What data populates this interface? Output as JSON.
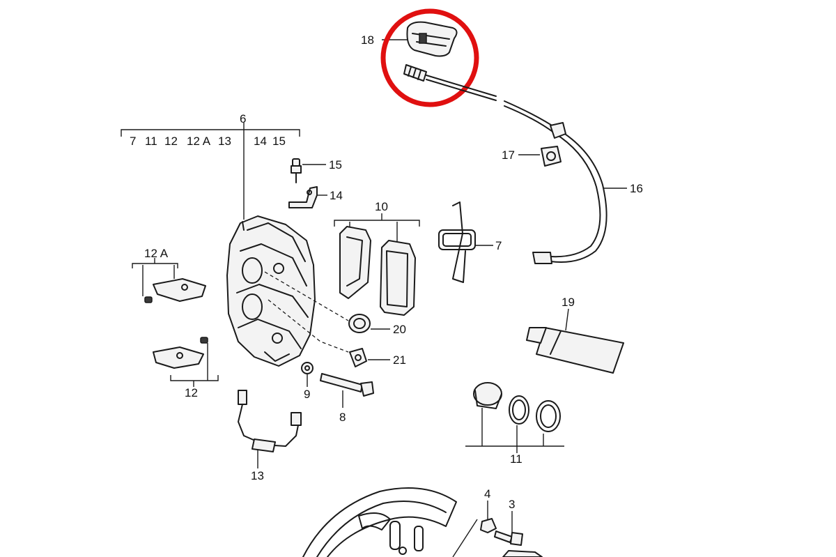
{
  "labels": {
    "p3": "3",
    "p4": "4",
    "p6": "6",
    "p7": "7",
    "p8": "8",
    "p9": "9",
    "p10": "10",
    "p11": "11",
    "p12": "12",
    "p12a": "12 A",
    "p13": "13",
    "p14": "14",
    "p15": "15",
    "p16": "16",
    "p17": "17",
    "p18": "18",
    "p19": "19",
    "p20": "20",
    "p21": "21"
  },
  "caliper_group": [
    "7",
    "11",
    "12",
    "12 A",
    "13",
    "14",
    "15"
  ],
  "highlight_color": "#e01010"
}
